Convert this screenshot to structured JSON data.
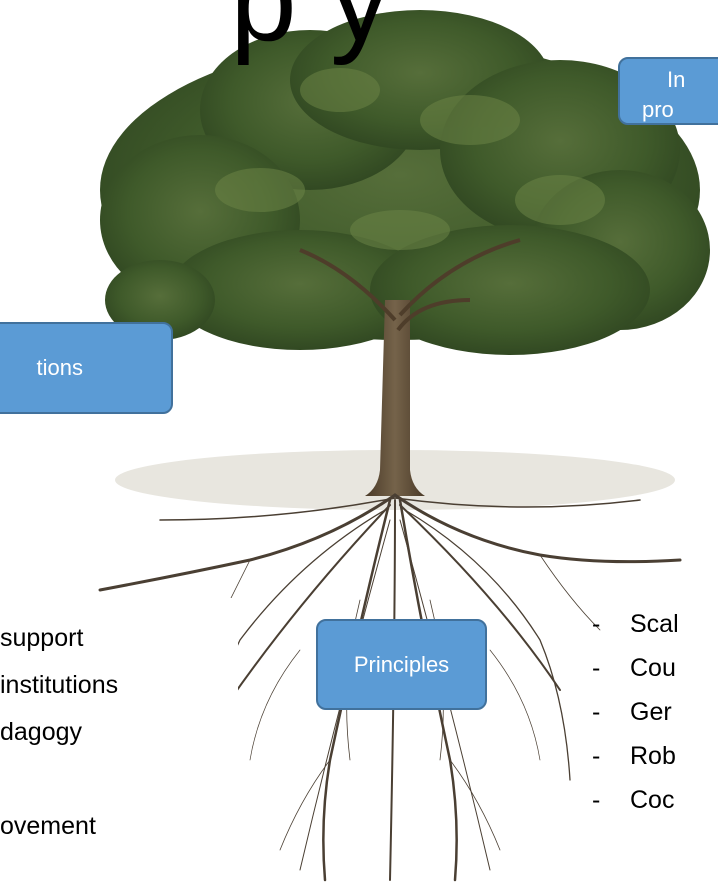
{
  "title": "p y",
  "callouts": {
    "top_right": [
      "In",
      "pro"
    ],
    "left": "tions",
    "bottom": "Principles"
  },
  "left_list": [
    "support",
    "institutions",
    "dagogy",
    "",
    "ovement"
  ],
  "right_list": [
    "Scal",
    "Cou",
    "Ger",
    "Rob",
    "Coc"
  ],
  "colors": {
    "callout_fill": "#5b9bd5",
    "callout_border": "#41719c",
    "foliage": "#3f5a2a",
    "trunk": "#5a4a35",
    "roots": "#4a3f33"
  }
}
